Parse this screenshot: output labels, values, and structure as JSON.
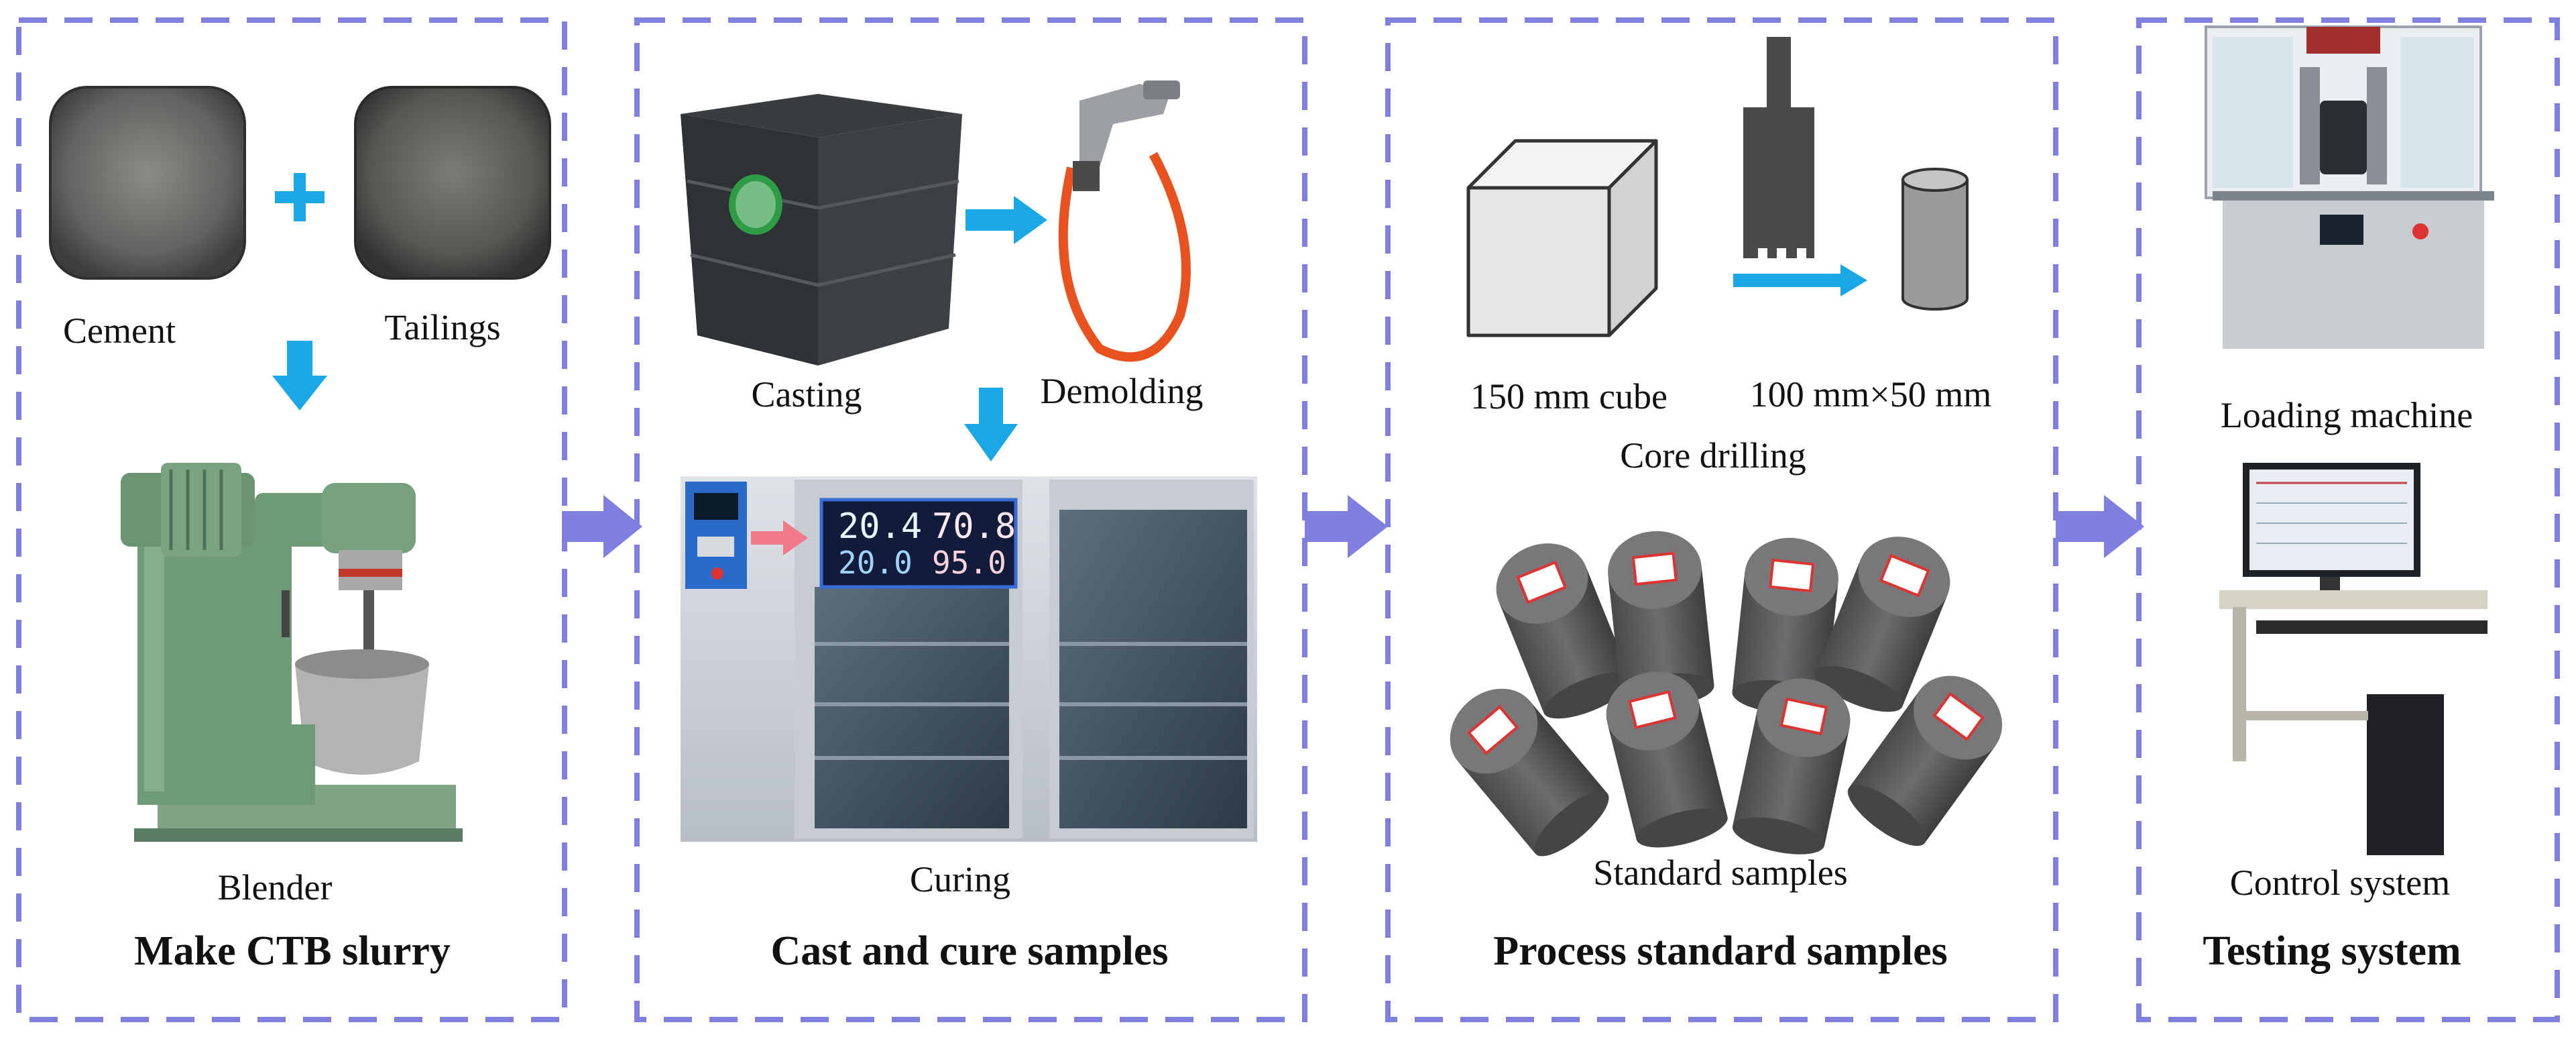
{
  "panels": [
    {
      "title": "Make CTB slurry",
      "labels": {
        "cement": "Cement",
        "tailings": "Tailings",
        "blender": "Blender"
      }
    },
    {
      "title": "Cast and cure samples",
      "labels": {
        "casting": "Casting",
        "demolding": "Demolding",
        "curing": "Curing"
      },
      "display": {
        "top_left": "20.4",
        "top_right": "70.8",
        "bottom_left": "20.0",
        "bottom_right": "95.0"
      }
    },
    {
      "title": "Process standard samples",
      "labels": {
        "cube": "150 mm cube",
        "cylinder": "100 mm×50 mm",
        "core_drilling": "Core drilling",
        "standard_samples": "Standard samples"
      }
    },
    {
      "title": "Testing system",
      "labels": {
        "loading_machine": "Loading machine",
        "control_system": "Control system"
      }
    }
  ],
  "colors": {
    "panel_border": "#7f7fe0",
    "flow_arrow": "#7f7fe0",
    "step_arrow": "#1aa7e6",
    "plus_sign": "#1aa7e6",
    "display_arrow": "#f07a8a",
    "blender_body": "#6f9a78",
    "curing_cabinet": "#d9dde2",
    "samples": "#5c5c5f",
    "cube_face": "#e6e6e6",
    "drill_bit": "#4a4a4a",
    "hose": "#e8521e"
  },
  "icons": [
    "plus-icon",
    "arrow-down-icon",
    "arrow-right-icon",
    "flow-arrow-icon",
    "cube-icon",
    "drill-bit-icon",
    "cylinder-icon"
  ]
}
